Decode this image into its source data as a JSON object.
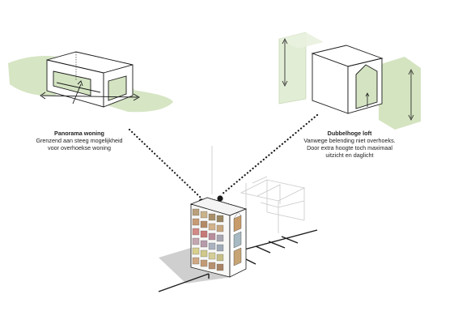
{
  "captions": {
    "panorama": {
      "title": "Panorama woning",
      "lines": [
        "Grenzend aan steeg mogelijkheid",
        "voor overhoekse woning"
      ]
    },
    "loft": {
      "title": "Dubbelhoge loft",
      "lines": [
        "Vanwege belending niet overhoeks.",
        "Door extra hoogte toch maximaal",
        "uitzicht en daglicht"
      ]
    }
  },
  "colors": {
    "green_fill": "#c9deb2",
    "green_light": "#dfebd2",
    "line": "#1a1a1a",
    "ghost": "#c8c8c8",
    "shadow": "#cfcfcf"
  }
}
